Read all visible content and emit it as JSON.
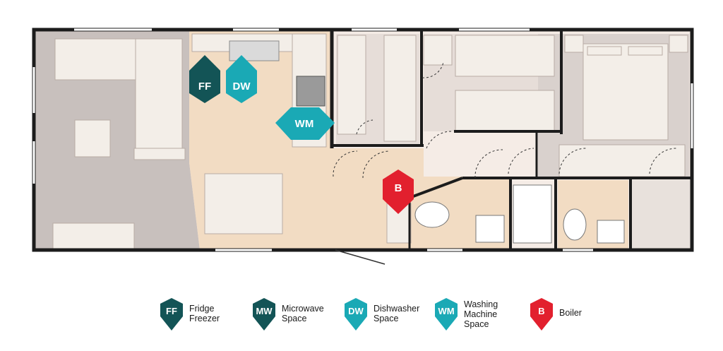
{
  "floorplan": {
    "markers": [
      {
        "code": "FF",
        "color": "#135456"
      },
      {
        "code": "DW",
        "color": "#1aa9b5"
      },
      {
        "code": "WM",
        "color": "#1aa9b5"
      },
      {
        "code": "B",
        "color": "#e2202e"
      }
    ]
  },
  "legend": [
    {
      "code": "FF",
      "label": "Fridge\nFreezer",
      "color": "#135456"
    },
    {
      "code": "MW",
      "label": "Microwave\nSpace",
      "color": "#135456"
    },
    {
      "code": "DW",
      "label": "Dishwasher\nSpace",
      "color": "#1aa9b5"
    },
    {
      "code": "WM",
      "label": "Washing\nMachine\nSpace",
      "color": "#1aa9b5"
    },
    {
      "code": "B",
      "label": "Boiler",
      "color": "#e2202e"
    }
  ],
  "colors": {
    "wall": "#1c1c1c",
    "floor_beige": "#f2dcc3",
    "floor_grey": "#c8c0bd",
    "floor_light": "#f5ece6",
    "bedroom_grey": "#d9d1cd",
    "furniture": "#f3eee8",
    "furniture_stroke": "#b8aca5",
    "window": "#ffffff"
  }
}
